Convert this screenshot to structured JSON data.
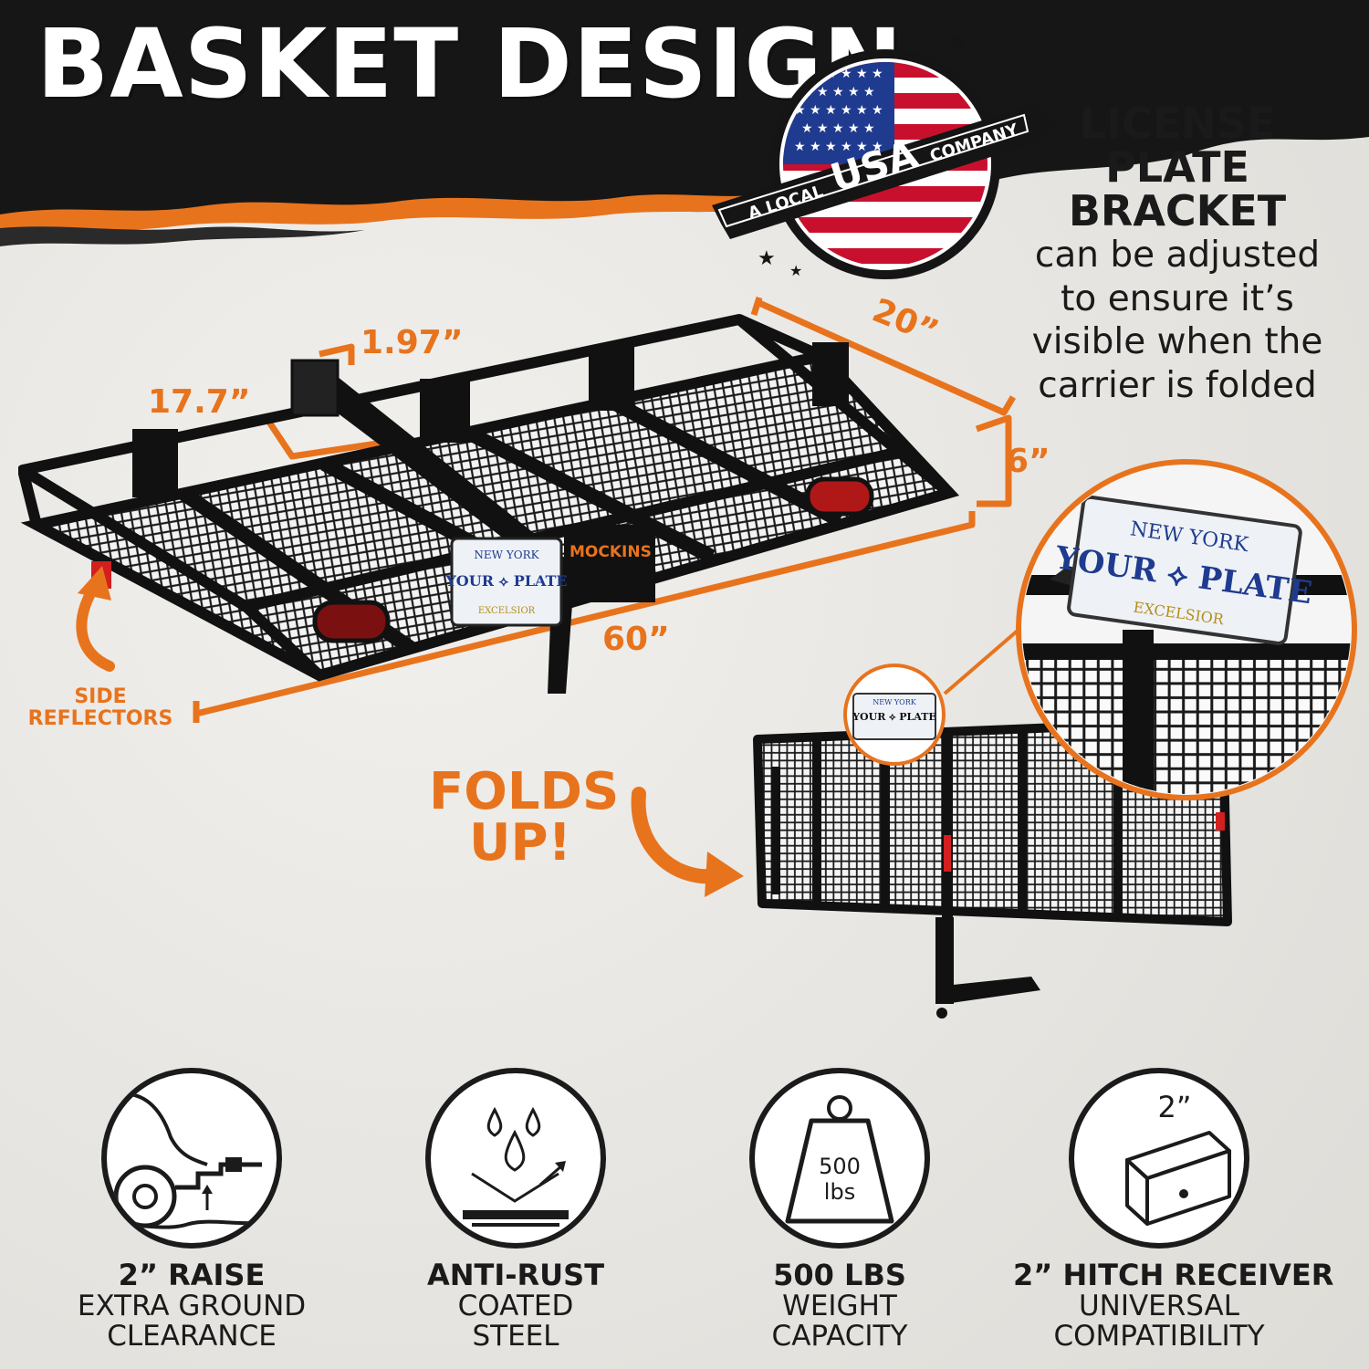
{
  "header": {
    "title": "BASKET DESIGN"
  },
  "badge": {
    "text_top": "A LOCAL",
    "text_mid": "USA",
    "text_end": "COMPANY"
  },
  "license_plate_bracket": {
    "title_line1": "LICENSE",
    "title_line2": "PLATE",
    "title_line3": "BRACKET",
    "description_line1": "can be adjusted",
    "description_line2": "to ensure it’s",
    "description_line3": "visible when the",
    "description_line4": "carrier is folded"
  },
  "dimensions": {
    "width": "20”",
    "height": "6”",
    "length": "60”",
    "receiver_depth": "17.7”",
    "receiver_size": "1.97”"
  },
  "callouts": {
    "side_reflectors_line1": "SIDE",
    "side_reflectors_line2": "REFLECTORS",
    "folds_line1": "FOLDS",
    "folds_line2": "UP!"
  },
  "plate": {
    "state": "NEW YORK",
    "text": "YOUR ⟡ PLATE",
    "motto": "EXCELSIOR"
  },
  "brand": {
    "name": "MOCKINS"
  },
  "features": [
    {
      "icon": "ground-clearance-icon",
      "title": "2” RAISE",
      "line1": "EXTRA GROUND",
      "line2": "CLEARANCE"
    },
    {
      "icon": "water-drops-icon",
      "title": "ANTI-RUST",
      "line1": "COATED",
      "line2": "STEEL"
    },
    {
      "icon": "weight-icon",
      "icon_text1": "500",
      "icon_text2": "lbs",
      "title": "500 LBS",
      "line1": "WEIGHT",
      "line2": "CAPACITY"
    },
    {
      "icon": "hitch-tube-icon",
      "icon_text": "2”",
      "title": "2” HITCH RECEIVER",
      "line1": "UNIVERSAL",
      "line2": "COMPATIBILITY"
    }
  ],
  "colors": {
    "accent": "#e8731d",
    "dark": "#111111",
    "flag_red": "#c8102e",
    "flag_blue": "#1f3b8f"
  }
}
